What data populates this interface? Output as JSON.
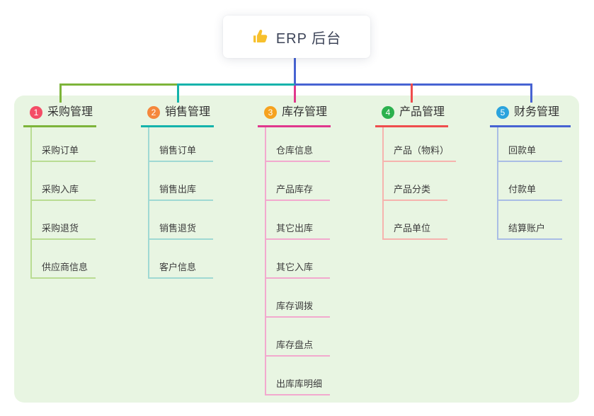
{
  "root": {
    "title": "ERP 后台",
    "icon": "thumbs-up",
    "icon_color": "#f7c02d",
    "connector_color": "#4763d2"
  },
  "panel_color": "#e8f5e2",
  "branches": [
    {
      "num": "1",
      "label": "采购管理",
      "badge_color": "#f44d66",
      "line_color": "#7db43a",
      "child_line_color": "#b9dc93",
      "children": [
        "采购订单",
        "采购入库",
        "采购退货",
        "供应商信息"
      ]
    },
    {
      "num": "2",
      "label": "销售管理",
      "badge_color": "#f5873c",
      "line_color": "#14b3ab",
      "child_line_color": "#9fd9d3",
      "children": [
        "销售订单",
        "销售出库",
        "销售退货",
        "客户信息"
      ]
    },
    {
      "num": "3",
      "label": "库存管理",
      "badge_color": "#f6a21f",
      "line_color": "#e0388d",
      "child_line_color": "#f2a9ce",
      "children": [
        "仓库信息",
        "产品库存",
        "其它出库",
        "其它入库",
        "库存调拨",
        "库存盘点",
        "出库库明细"
      ]
    },
    {
      "num": "4",
      "label": "产品管理",
      "badge_color": "#2cb14e",
      "line_color": "#ef4d4d",
      "child_line_color": "#f6b3ae",
      "children": [
        "产品（物料）",
        "产品分类",
        "产品单位"
      ]
    },
    {
      "num": "5",
      "label": "财务管理",
      "badge_color": "#2ba3dd",
      "line_color": "#4763d2",
      "child_line_color": "#a9bde5",
      "children": [
        "回款单",
        "付款单",
        "结算账户"
      ]
    }
  ]
}
